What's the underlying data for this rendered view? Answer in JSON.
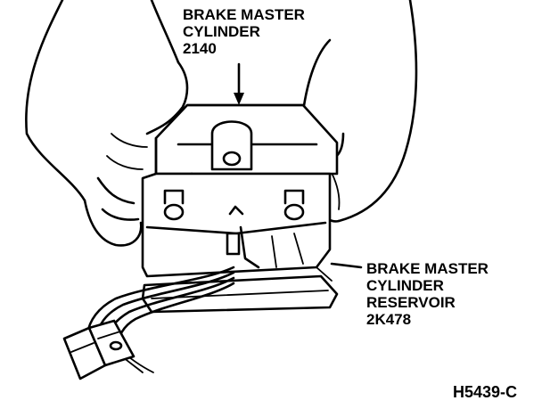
{
  "callouts": {
    "master_cylinder": {
      "line1": "BRAKE MASTER",
      "line2": "CYLINDER",
      "part_number": "2140"
    },
    "reservoir": {
      "line1": "BRAKE MASTER",
      "line2": "CYLINDER",
      "line3": "RESERVOIR",
      "part_number": "2K478"
    }
  },
  "figure_id": "H5439-C"
}
